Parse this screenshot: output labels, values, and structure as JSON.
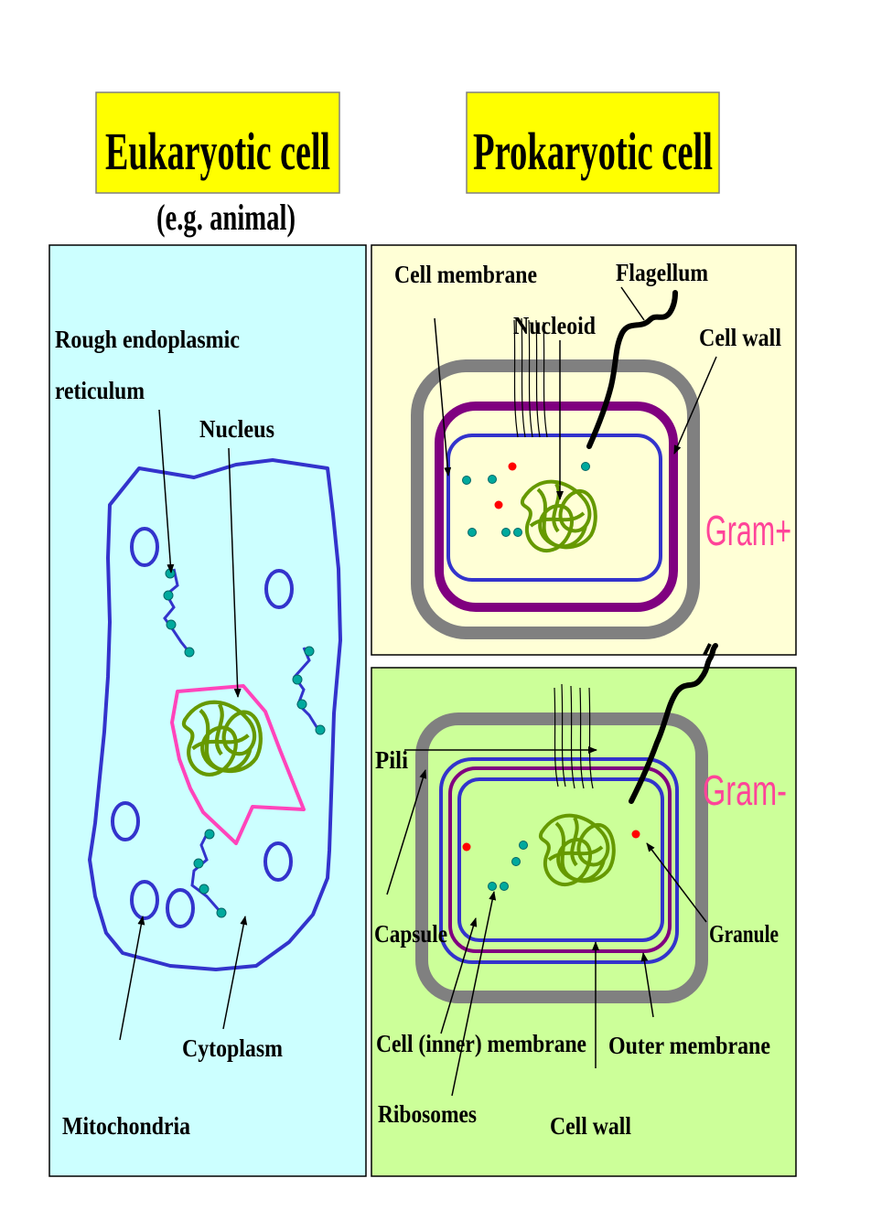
{
  "titles": {
    "eukaryotic": "Eukaryotic cell",
    "eukaryotic_sub": "(e.g. animal)",
    "prokaryotic": "Prokaryotic cell"
  },
  "eukaryotic_labels": {
    "rough_er_line1": "Rough endoplasmic",
    "rough_er_line2": "reticulum",
    "nucleus": "Nucleus",
    "cytoplasm": "Cytoplasm",
    "mitochondria": "Mitochondria"
  },
  "gram_positive_labels": {
    "cell_membrane": "Cell membrane",
    "flagellum": "Flagellum",
    "nucleoid": "Nucleoid",
    "cell_wall": "Cell wall",
    "gram": "Gram+"
  },
  "gram_negative_labels": {
    "pili": "Pili",
    "gram": "Gram-",
    "capsule": "Capsule",
    "granule": "Granule",
    "inner_membrane": "Cell (inner) membrane",
    "outer_membrane": "Outer membrane",
    "ribosomes": "Ribosomes",
    "cell_wall": "Cell wall"
  },
  "colors": {
    "title_bg": "#ffff00",
    "eukaryotic_bg": "#ccffff",
    "gram_positive_bg": "#ffffd6",
    "gram_negative_bg": "#ccff99",
    "membrane_blue": "#3333cc",
    "nuclear_envelope_pink": "#ff44bb",
    "dna_green": "#669900",
    "ribosome_teal": "#00a99d",
    "granule_red": "#ff0000",
    "cell_wall_gray": "#808080",
    "outer_layer_purple": "#800080",
    "gram_text_pink": "#ff4499"
  }
}
